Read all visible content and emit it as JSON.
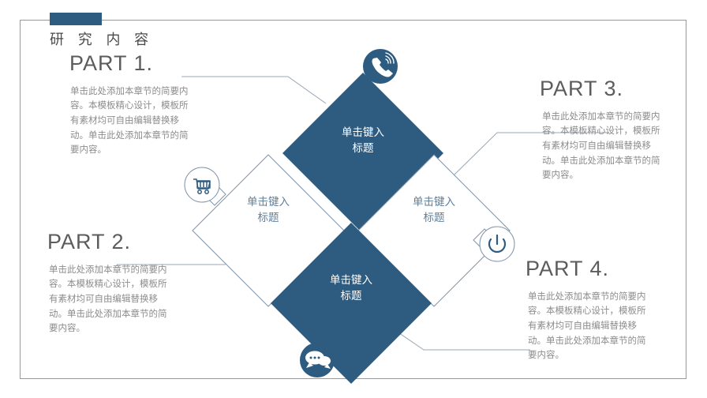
{
  "slide": {
    "title": "研 究 内 容",
    "accent_color": "#2e5b80",
    "line_color": "#9aa7b4",
    "body_text_color": "#8c8c8c",
    "heading_text_color": "#5c5c5c",
    "frame_color": "#8f9aa3"
  },
  "body_text": "单击此处添加本章节的简要内容。本模板精心设计，模板所有素材均可自由编辑替换移动。单击此处添加本章节的简要内容。",
  "parts": [
    {
      "id": "part1",
      "heading": "PART 1.",
      "body": "单击此处添加本章节的简要内容。本模板精心设计，模板所有素材均可自由编辑替换移动。单击此处添加本章节的简要内容。"
    },
    {
      "id": "part2",
      "heading": "PART 2.",
      "body": "单击此处添加本章节的简要内容。本模板精心设计，模板所有素材均可自由编辑替换移动。单击此处添加本章节的简要内容。"
    },
    {
      "id": "part3",
      "heading": "PART 3.",
      "body": "单击此处添加本章节的简要内容。本模板精心设计，模板所有素材均可自由编辑替换移动。单击此处添加本章节的简要内容。"
    },
    {
      "id": "part4",
      "heading": "PART 4.",
      "body": "单击此处添加本章节的简要内容。本模板精心设计，模板所有素材均可自由编辑替换移动。单击此处添加本章节的简要内容。"
    }
  ],
  "diamonds": [
    {
      "id": "top",
      "label": "单击键入\n标题",
      "style": "filled",
      "fill": "#2e5b80",
      "text_color": "#ffffff"
    },
    {
      "id": "left",
      "label": "单击键入\n标题",
      "style": "outlined",
      "fill": "#ffffff",
      "text_color": "#5c7f9e"
    },
    {
      "id": "right",
      "label": "单击键入\n标题",
      "style": "outlined",
      "fill": "#ffffff",
      "text_color": "#5c7f9e"
    },
    {
      "id": "bottom",
      "label": "单击键入\n标题",
      "style": "filled",
      "fill": "#2e5b80",
      "text_color": "#ffffff"
    }
  ],
  "icons": [
    {
      "id": "phone",
      "name": "phone-icon",
      "style": "filled",
      "position": "top"
    },
    {
      "id": "cart",
      "name": "shopping-cart-icon",
      "style": "outlined",
      "position": "left"
    },
    {
      "id": "power",
      "name": "power-icon",
      "style": "outlined",
      "position": "right"
    },
    {
      "id": "chat",
      "name": "chat-bubble-icon",
      "style": "filled",
      "position": "bottom"
    }
  ]
}
